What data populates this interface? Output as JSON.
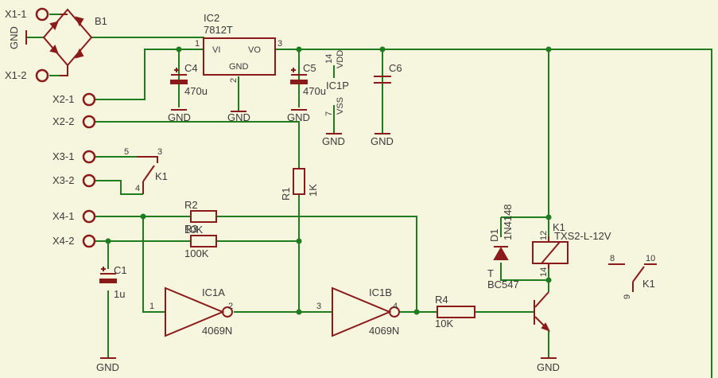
{
  "connectors": {
    "x1_1": "X1-1",
    "x1_2": "X1-2",
    "x2_1": "X2-1",
    "x2_2": "X2-2",
    "x3_1": "X3-1",
    "x3_2": "X3-2",
    "x4_1": "X4-1",
    "x4_2": "X4-2"
  },
  "gnd": "GND",
  "bridge": {
    "name": "B1"
  },
  "regulator": {
    "name": "IC2",
    "value": "7812T",
    "vi": "VI",
    "vo": "VO",
    "gnd": "GND",
    "pin1": "1",
    "pin2": "2",
    "pin3": "3"
  },
  "c4": {
    "name": "C4",
    "value": "470u"
  },
  "c5": {
    "name": "C5",
    "value": "470u"
  },
  "c6": {
    "name": "C6"
  },
  "ic1p": {
    "name": "IC1P",
    "vdd": "VDD",
    "vss": "VSS",
    "pin14": "14",
    "pin7": "7"
  },
  "k1_contact_a": {
    "name": "K1",
    "pin5": "5",
    "pin3": "3",
    "pin4": "4"
  },
  "r1": {
    "name": "R1",
    "value": "1K"
  },
  "r2": {
    "name": "R2",
    "value": "10K"
  },
  "r3": {
    "name": "R3",
    "value": "100K"
  },
  "c1": {
    "name": "C1",
    "value": "1u"
  },
  "ic1a": {
    "name": "IC1A",
    "value": "4069N",
    "pin1": "1",
    "pin2": "2"
  },
  "ic1b": {
    "name": "IC1B",
    "value": "4069N",
    "pin3": "3",
    "pin4": "4"
  },
  "r4": {
    "name": "R4",
    "value": "10K"
  },
  "d1": {
    "name": "D1",
    "value": "1N4148"
  },
  "t": {
    "name": "T",
    "value": "BC547"
  },
  "relay": {
    "name": "K1",
    "value": "TXS2-L-12V",
    "pin12": "12",
    "pin14": "14"
  },
  "k1_contact_b": {
    "name": "K1",
    "pin8": "8",
    "pin10": "10",
    "pin9": "9"
  }
}
